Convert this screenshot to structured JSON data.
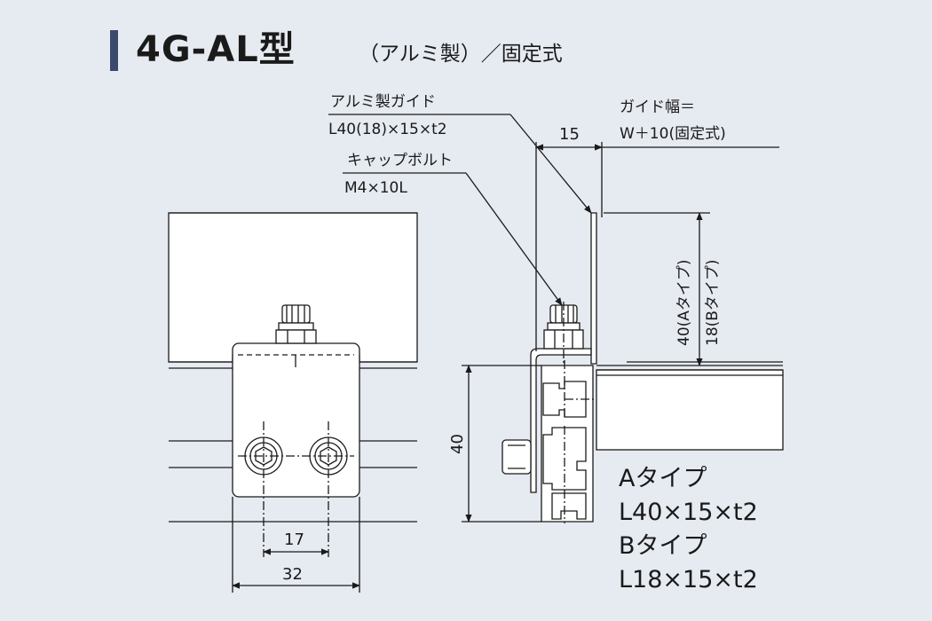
{
  "header": {
    "title": "4G-AL型",
    "subtitle": "（アルミ製）／固定式"
  },
  "callouts": {
    "guide_name": "アルミ製ガイド",
    "guide_spec": "L40(18)×15×t2",
    "bolt_name": "キャップボルト",
    "bolt_spec": "M4×10L",
    "guide_width_label": "ガイド幅＝",
    "guide_width_formula": "W＋10(固定式)"
  },
  "dimensions": {
    "top_15": "15",
    "vertical_40a": "40(Aタイプ)",
    "vertical_18b": "18(Bタイプ)",
    "frame_40": "40",
    "hole_pitch_17": "17",
    "bracket_width_32": "32"
  },
  "types": {
    "a_name": "Aタイプ",
    "a_spec": "L40×15×t2",
    "b_name": "Bタイプ",
    "b_spec": "L18×15×t2"
  },
  "colors": {
    "background": "#e6eaf1",
    "accent_bar": "#3b4a6b",
    "part_fill": "#ffffff",
    "line": "#1a1a1a"
  }
}
